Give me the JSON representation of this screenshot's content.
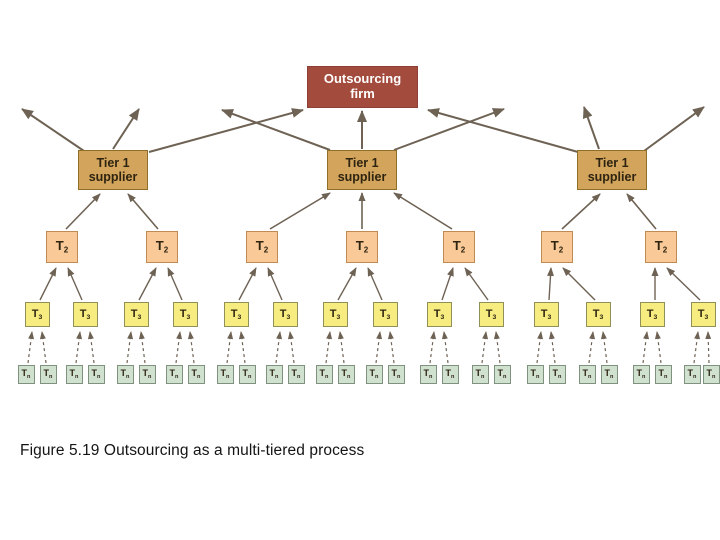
{
  "caption": "Figure 5.19 Outsourcing as a multi-tiered process",
  "diagram": {
    "arrow_color": "#6e6254",
    "nodes": {
      "outsourcing_firm": {
        "label": "Outsourcing firm",
        "count": 1,
        "fill": "#a34b3c",
        "border": "#8d4136",
        "text_color": "#ffffff"
      },
      "tier1_supplier": {
        "label": "Tier 1 supplier",
        "count": 3,
        "fill": "#d3a55c",
        "border": "#8f6e28",
        "text_color": "#2e2410"
      },
      "tier2_supplier": {
        "label_main": "T",
        "label_sub": "2",
        "count": 7,
        "fill": "#f9c998",
        "border": "#c08a55",
        "text_color": "#2e2410"
      },
      "tier3_supplier": {
        "label_main": "T",
        "label_sub": "3",
        "count": 14,
        "fill": "#f6ec80",
        "border": "#8f8f58",
        "text_color": "#2e2410"
      },
      "tierN_supplier": {
        "label_main": "T",
        "label_sub": "n",
        "count": 28,
        "fill": "#d0e1d0",
        "border": "#7f927f",
        "text_color": "#2e2410"
      }
    }
  }
}
